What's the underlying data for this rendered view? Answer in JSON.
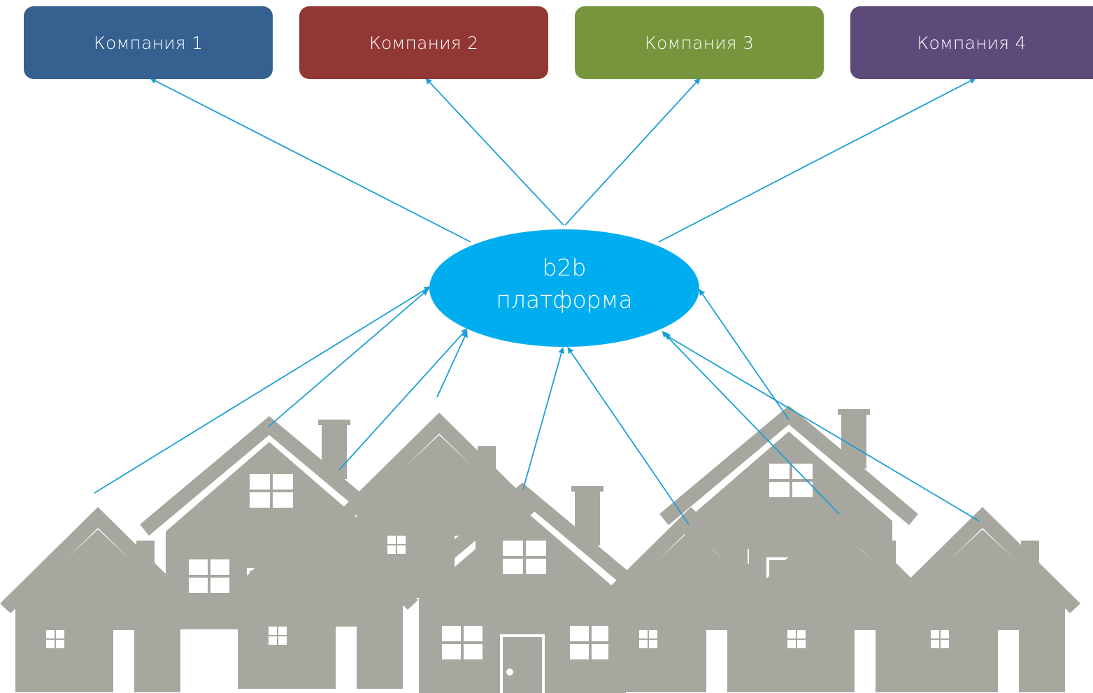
{
  "companies": [
    {
      "label": "Компания 1",
      "color": "#35608f"
    },
    {
      "label": "Компания 2",
      "color": "#923834"
    },
    {
      "label": "Компания 3",
      "color": "#76953c"
    },
    {
      "label": "Компания 4",
      "color": "#5e4a7a"
    }
  ],
  "platform": {
    "line1": "b2b",
    "line2": "платформа",
    "color": "#00aeef"
  },
  "colors": {
    "arrow": "#1a9fd6",
    "house": "#a8a79f"
  }
}
